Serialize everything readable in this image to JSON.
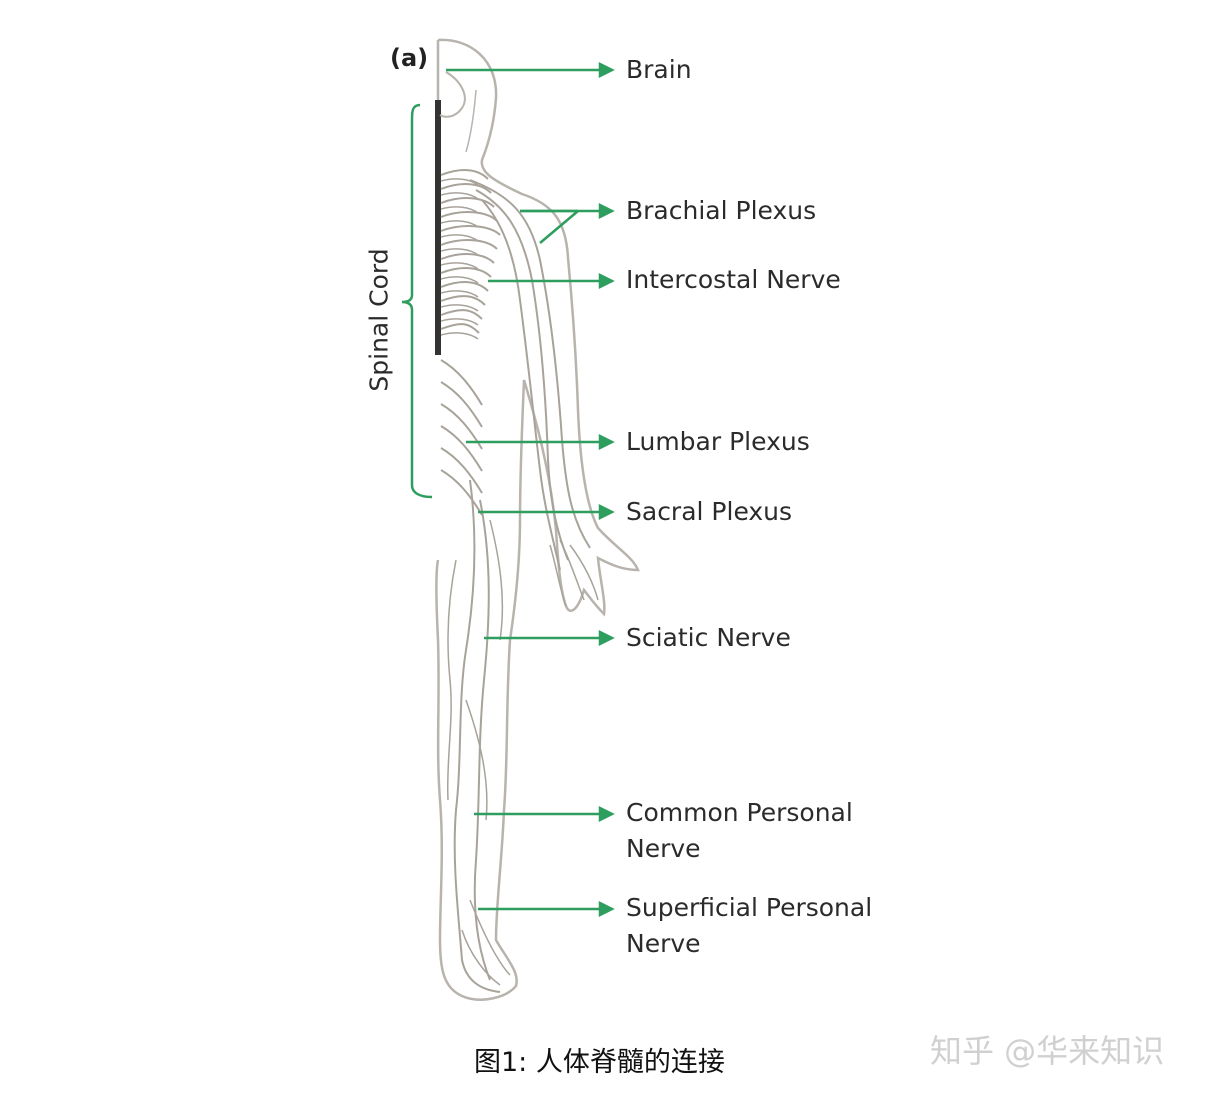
{
  "figure": {
    "panel_letter": "(a)",
    "bracket_label": "Spinal Cord",
    "labels": [
      {
        "id": "brain",
        "lines": [
          "Brain"
        ]
      },
      {
        "id": "brachial-plexus",
        "lines": [
          "Brachial Plexus"
        ]
      },
      {
        "id": "intercostal-nerve",
        "lines": [
          "Intercostal Nerve"
        ]
      },
      {
        "id": "lumbar-plexus",
        "lines": [
          "Lumbar Plexus"
        ]
      },
      {
        "id": "sacral-plexus",
        "lines": [
          "Sacral Plexus"
        ]
      },
      {
        "id": "sciatic-nerve",
        "lines": [
          "Sciatic Nerve"
        ]
      },
      {
        "id": "common-personal-nerve",
        "lines": [
          "Common Personal",
          "Nerve"
        ]
      },
      {
        "id": "superficial-personal-nerve",
        "lines": [
          "Superficial Personal",
          "Nerve"
        ]
      }
    ],
    "colors": {
      "arrow": "#2e9e5e",
      "nerve": "#a8a39a",
      "outline": "#b8b4ad",
      "spine": "#333333"
    }
  },
  "caption": "图1: 人体脊髓的连接",
  "watermark": "知乎 @华来知识"
}
